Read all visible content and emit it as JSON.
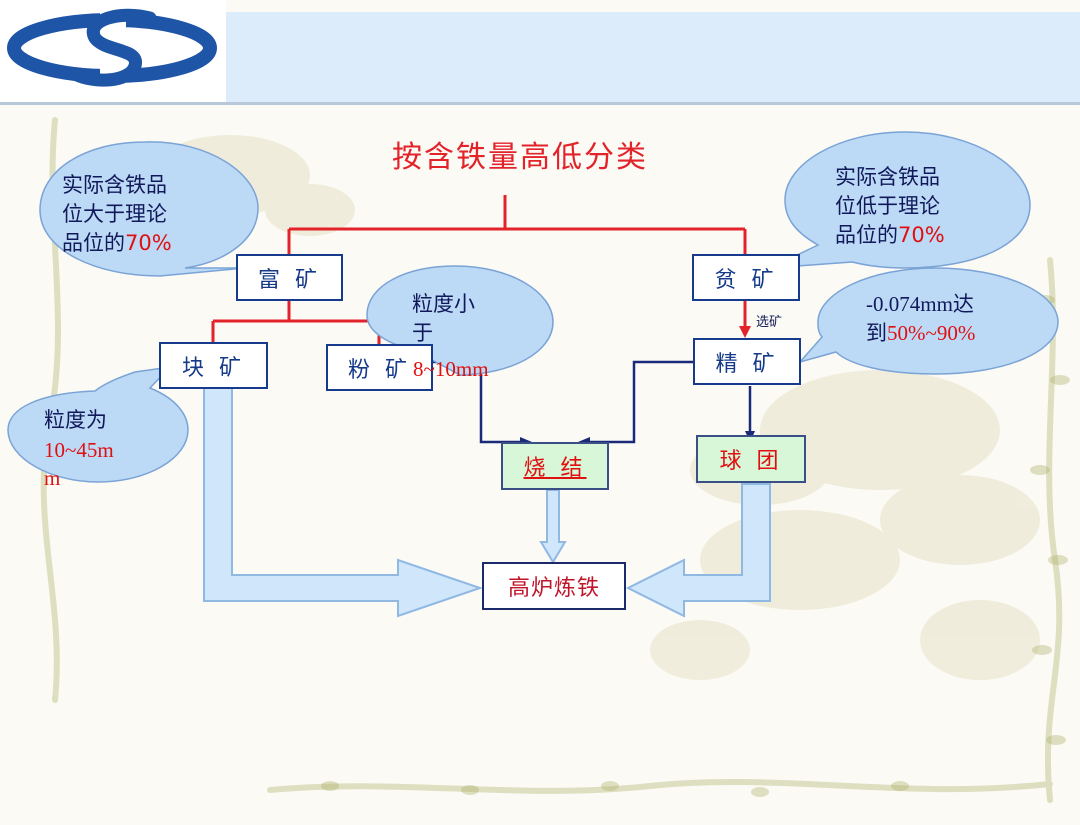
{
  "title": "按含铁量高低分类",
  "nodes": {
    "rich_ore": "富 矿",
    "lean_ore": "贫 矿",
    "lump_ore": "块 矿",
    "fine_ore": "粉 矿",
    "concentrate": "精 矿",
    "sinter": "烧 结",
    "pellet": "球 团",
    "blast_furnace": "高炉炼铁"
  },
  "edge_labels": {
    "beneficiation": "选矿"
  },
  "callouts": {
    "rich": {
      "line1": "实际含铁品",
      "line2": "位大于理论",
      "line3_prefix": "品位的",
      "line3_value": "70%"
    },
    "lean": {
      "line1": "实际含铁品",
      "line2": "位低于理论",
      "line3_prefix": "品位的",
      "line3_value": "70%"
    },
    "fine_size": {
      "line1": "粒度小",
      "line2": "于",
      "value": "8~10mm"
    },
    "lump_size": {
      "line1": "粒度为",
      "line2": "10~45m",
      "line3": "m"
    },
    "concentrate_size": {
      "line1": "-0.074mm达",
      "line2_prefix": "到",
      "line2_value": "50%~90%"
    }
  },
  "colors": {
    "tree_lines": "#e3232a",
    "flow_lines": "#1b2a78",
    "big_arrows_fill": "#cfe6fb",
    "big_arrows_stroke": "#8fb8e3",
    "callout_fill": "#bcd9f5",
    "callout_stroke": "#7aa3d6",
    "node_border": "#173b8c",
    "green_node_fill": "#d8f7d8",
    "header_band": "#dcecfb"
  },
  "icons": {
    "logo": "company-logo-icon",
    "background": "vine-decoration"
  }
}
